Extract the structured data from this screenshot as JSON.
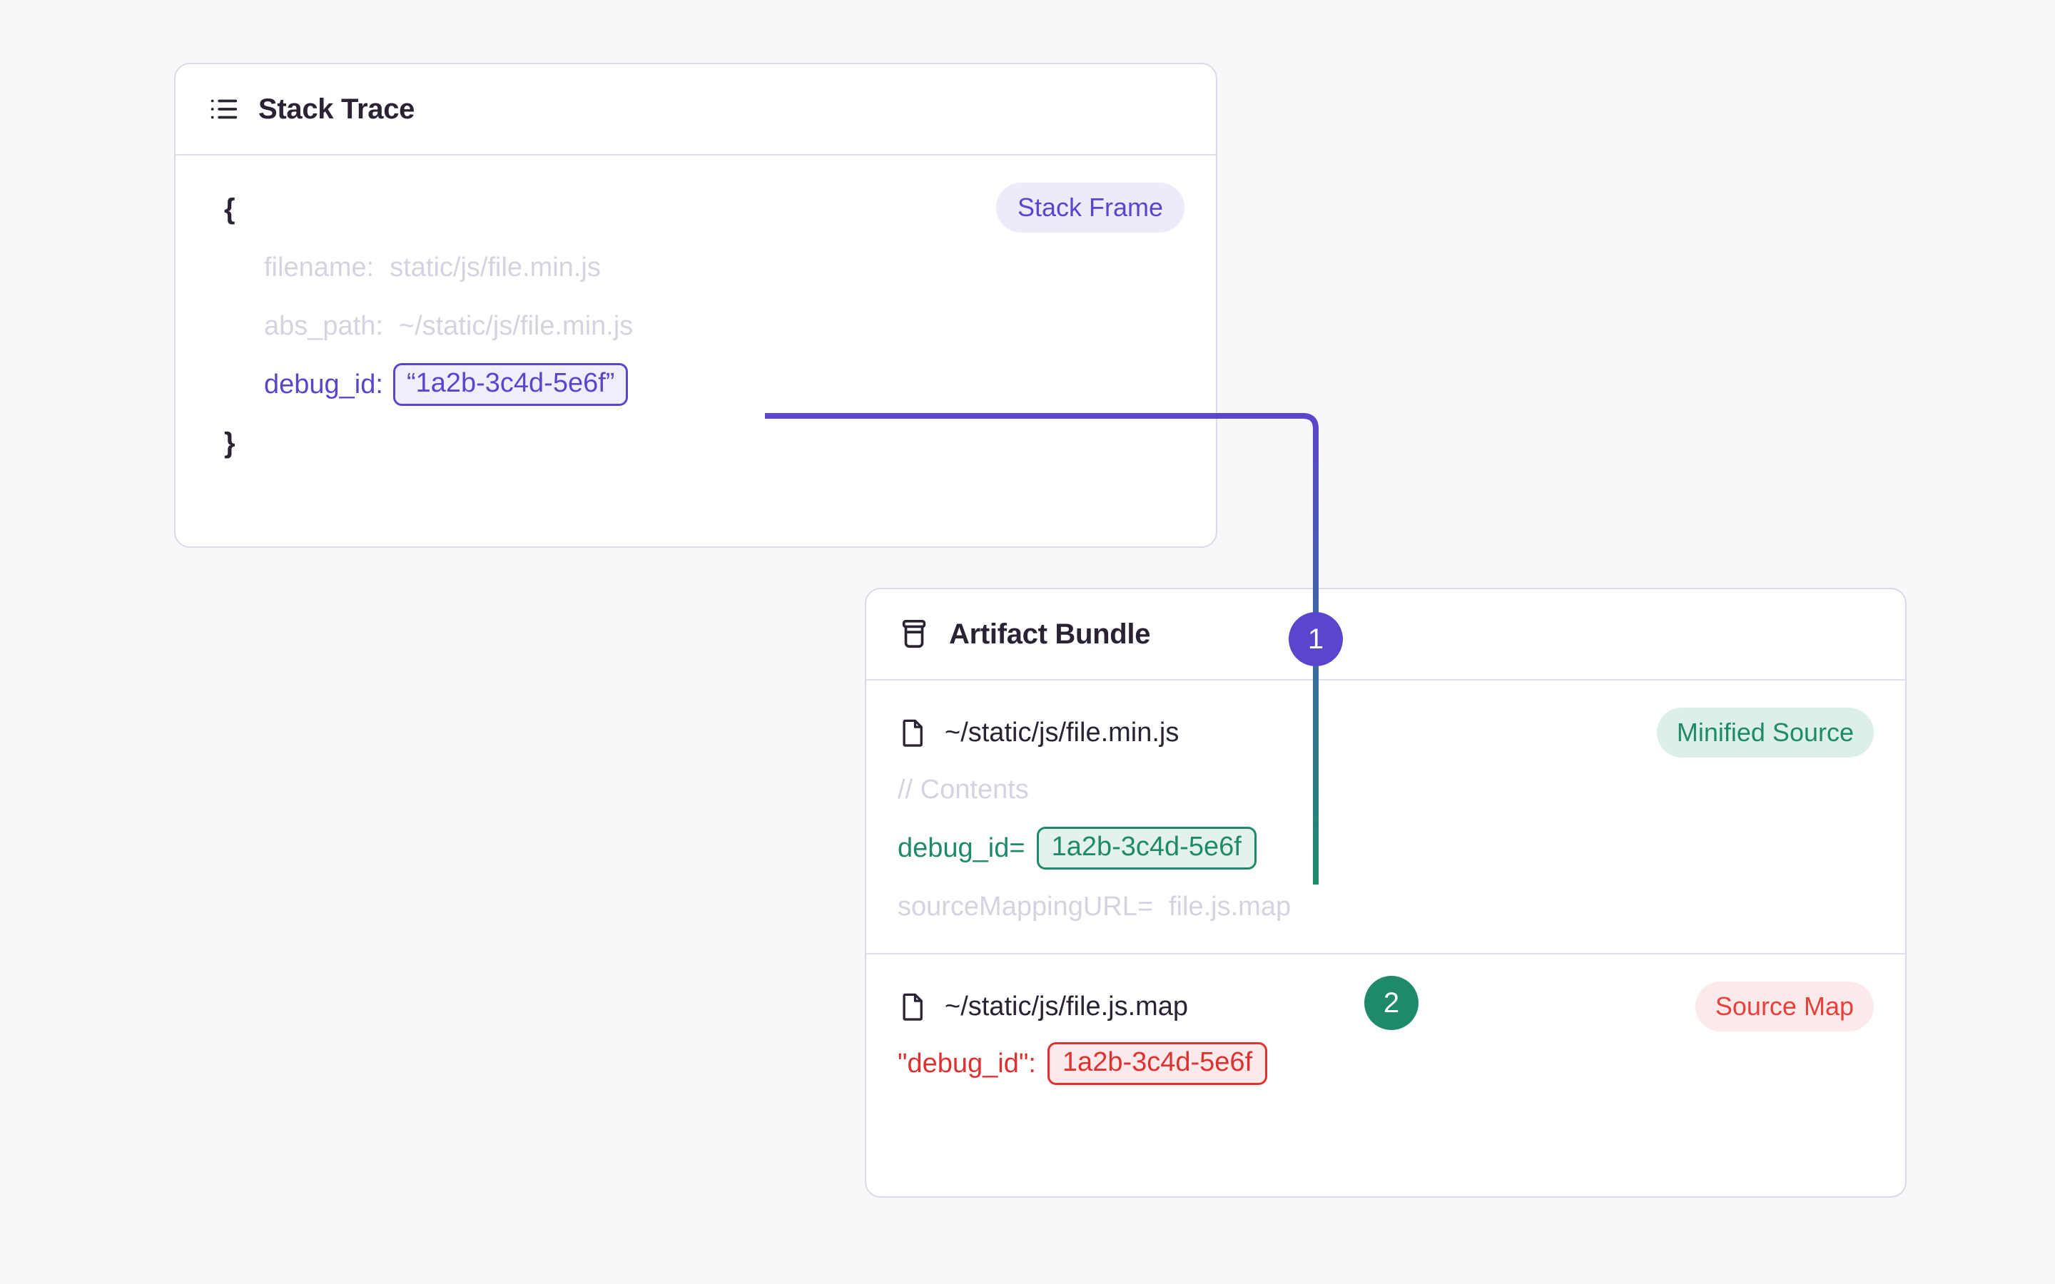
{
  "canvas": {
    "background": "#F8F8FB"
  },
  "colors": {
    "purple": "#5B45CC",
    "purple_soft_bg": "#EDEAFA",
    "green": "#1F8A6B",
    "green_soft_bg": "#DCF0E8",
    "red": "#E03131",
    "red_soft_bg": "#FCE9E9",
    "muted_text": "#D6D3E0",
    "card_border": "#DCD9E6",
    "title_text": "#2B2233"
  },
  "stack_trace_card": {
    "icon": "list-icon",
    "title": "Stack Trace",
    "badge": "Stack Frame",
    "open_brace": "{",
    "close_brace": "}",
    "fields": [
      {
        "key": "filename:",
        "value": "static/js/file.min.js",
        "highlighted": false
      },
      {
        "key": "abs_path:",
        "value": "~/static/js/file.min.js",
        "highlighted": false
      },
      {
        "key": "debug_id:",
        "value": "“1a2b-3c4d-5e6f”",
        "highlighted": true
      }
    ]
  },
  "artifact_bundle_card": {
    "icon": "package-icon",
    "title": "Artifact Bundle",
    "files": [
      {
        "icon": "file-icon",
        "name": "~/static/js/file.min.js",
        "badge": "Minified Source",
        "lines": [
          {
            "key": "// Contents",
            "value": "",
            "style": "muted"
          },
          {
            "key": "debug_id=",
            "value": "1a2b-3c4d-5e6f",
            "style": "green-chip"
          },
          {
            "key": "sourceMappingURL=",
            "value": "file.js.map",
            "style": "muted"
          }
        ]
      },
      {
        "icon": "file-icon",
        "name": "~/static/js/file.js.map",
        "badge": "Source Map",
        "lines": [
          {
            "key": "\"debug_id\":",
            "value": "1a2b-3c4d-5e6f",
            "style": "red-chip"
          }
        ]
      }
    ]
  },
  "connectors": [
    {
      "name": "stack-trace-to-minified-source",
      "step": "1",
      "from_color": "#5B45CC",
      "to_color": "#1F8A6B"
    },
    {
      "name": "minified-source-to-source-map",
      "step": "2",
      "from_color": "#1F8A6B",
      "to_color": "#E03131"
    }
  ]
}
